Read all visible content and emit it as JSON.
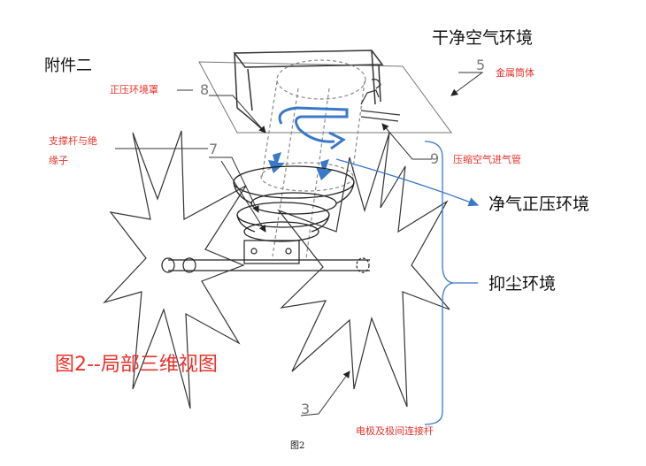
{
  "labels": {
    "attachment": "附件二",
    "clean_air": "干净空气环境",
    "metal_cylinder": "金属筒体",
    "positive_pressure_hood": "正压环境罩",
    "support_rod_insulator_line1": "支撑杆与绝",
    "support_rod_insulator_line2": "缘子",
    "compressed_air_inlet": "压缩空气进气管",
    "clean_gas_positive_pressure": "净气正压环境",
    "dust_suppression": "抑尘环境",
    "electrode_rod": "电极及极间连接杆",
    "figure_title": "图2--局部三维视图",
    "figure_caption": "图2"
  },
  "callouts": {
    "n3": "3",
    "n5": "5",
    "n7": "7",
    "n8": "8",
    "n9": "9"
  },
  "colors": {
    "red_label": "#e8312b",
    "blue_arrow": "#3a78c9",
    "line": "#222222",
    "dashed": "#9a9a9a"
  }
}
